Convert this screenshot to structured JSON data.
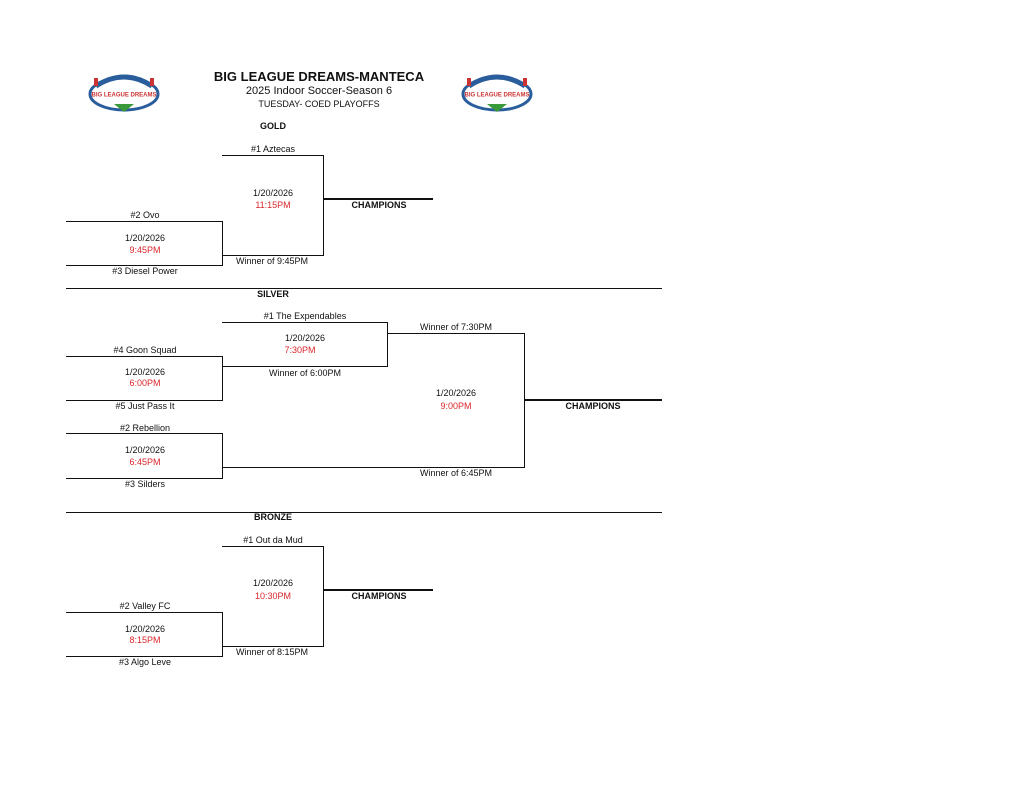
{
  "header": {
    "title": "BIG LEAGUE DREAMS-MANTECA",
    "subtitle": "2025 Indoor Soccer-Season 6",
    "subtitle2": "TUESDAY- COED PLAYOFFS",
    "logo_text": "BIG LEAGUE DREAMS"
  },
  "colors": {
    "time": "#d9262c",
    "line": "#111111"
  },
  "gold": {
    "title": "GOLD",
    "seed1": "#1 Aztecas",
    "seed2": "#2 Ovo",
    "seed3": "#3 Diesel Power",
    "semi_date": "1/20/2026",
    "semi_time": "9:45PM",
    "final_date": "1/20/2026",
    "final_time": "11:15PM",
    "winner": "Winner of 9:45PM",
    "champions": "CHAMPIONS"
  },
  "silver": {
    "title": "SILVER",
    "seed1": "#1 The Expendables",
    "seed4": "#4 Goon Squad",
    "seed5": "#5 Just Pass It",
    "seed2": "#2 Rebellion",
    "seed3": "#3 Silders",
    "g1_date": "1/20/2026",
    "g1_time": "6:00PM",
    "g2_date": "1/20/2026",
    "g2_time": "6:45PM",
    "g3_date": "1/20/2026",
    "g3_time": "7:30PM",
    "final_date": "1/20/2026",
    "final_time": "9:00PM",
    "winner_600": "Winner of 6:00PM",
    "winner_730": "Winner of 7:30PM",
    "winner_645": "Winner of 6:45PM",
    "champions": "CHAMPIONS"
  },
  "bronze": {
    "title": "BRONZE",
    "seed1": "#1 Out da Mud",
    "seed2": "#2 Valley FC",
    "seed3": "#3 Algo Leve",
    "semi_date": "1/20/2026",
    "semi_time": "8:15PM",
    "final_date": "1/20/2026",
    "final_time": "10:30PM",
    "winner": "Winner of 8:15PM",
    "champions": "CHAMPIONS"
  }
}
